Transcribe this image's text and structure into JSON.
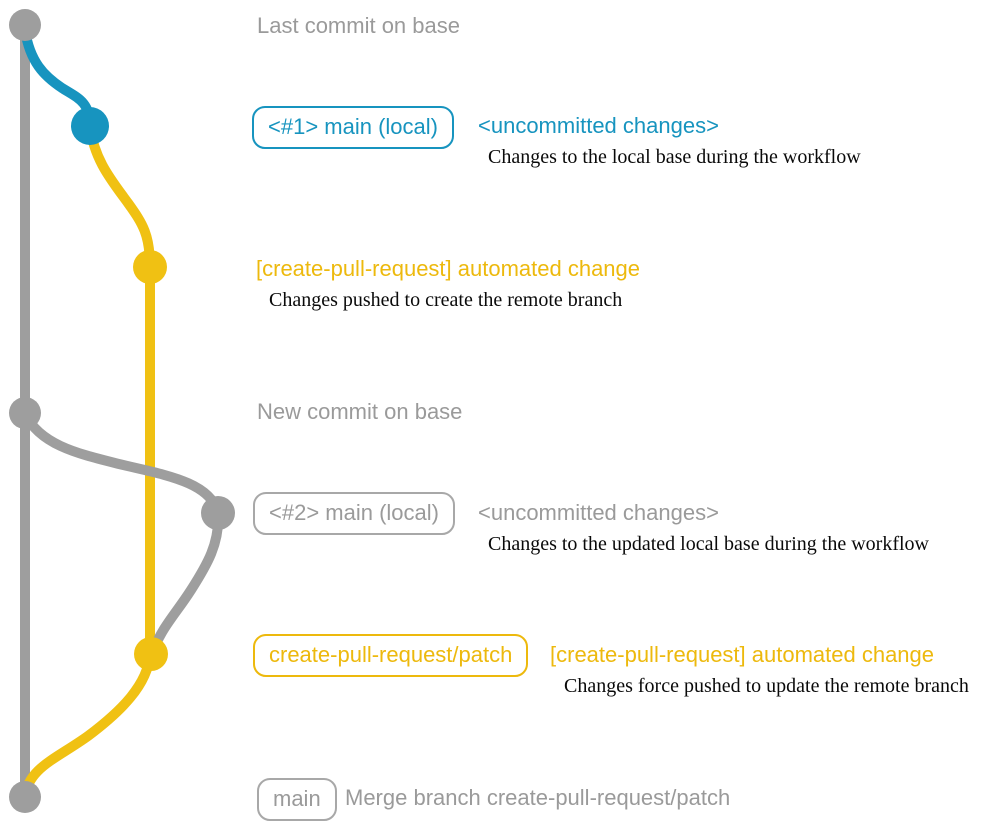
{
  "colors": {
    "gray": "#9e9e9e",
    "blue": "#1794bf",
    "yellow": "#f0c113",
    "background": "#ffffff"
  },
  "rows": {
    "row1": {
      "title": "Last commit on base"
    },
    "row2": {
      "badge": "<#1> main (local)",
      "title": "<uncommitted changes>",
      "description": "Changes to the local base during the workflow"
    },
    "row3": {
      "title": "[create-pull-request] automated change",
      "description": "Changes pushed to create the remote branch"
    },
    "row4": {
      "title": "New commit on base"
    },
    "row5": {
      "badge": "<#2> main (local)",
      "title": "<uncommitted changes>",
      "description": "Changes to the updated local base during the workflow"
    },
    "row6": {
      "badge": "create-pull-request/patch",
      "title": "[create-pull-request] automated change",
      "description": "Changes force pushed to update the remote branch"
    },
    "row7": {
      "badge": "main",
      "title": "Merge branch create-pull-request/patch"
    }
  },
  "graph": {
    "commits": [
      {
        "id": "last-commit-on-base",
        "branch": "base",
        "color": "gray"
      },
      {
        "id": "uncommitted-changes-1",
        "branch": "main-local",
        "color": "blue"
      },
      {
        "id": "automated-change-1",
        "branch": "create-pull-request/patch",
        "color": "yellow"
      },
      {
        "id": "new-commit-on-base",
        "branch": "base",
        "color": "gray"
      },
      {
        "id": "uncommitted-changes-2",
        "branch": "main-local",
        "color": "gray"
      },
      {
        "id": "automated-change-2",
        "branch": "create-pull-request/patch",
        "color": "yellow"
      },
      {
        "id": "merge-commit",
        "branch": "base",
        "color": "gray"
      }
    ]
  }
}
